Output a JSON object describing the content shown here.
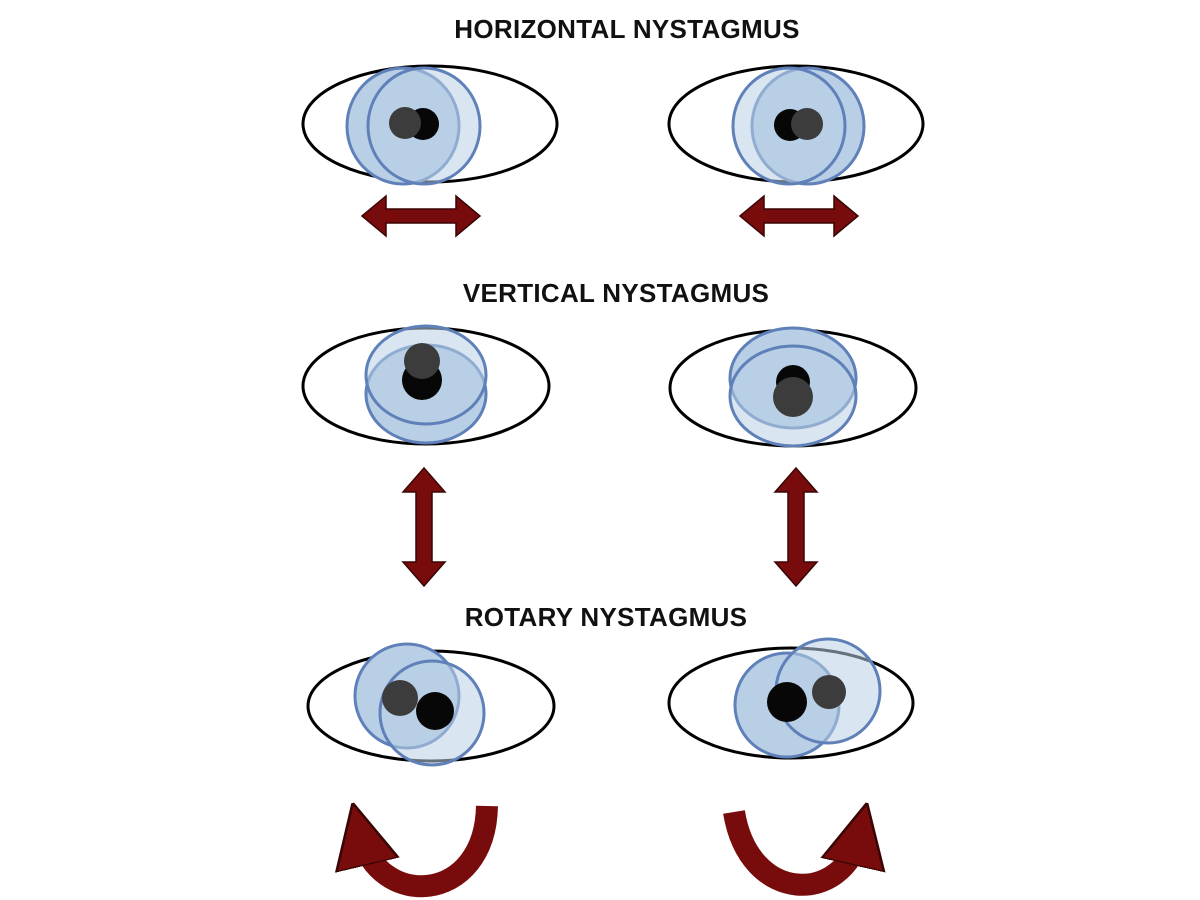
{
  "colors": {
    "outline": "#000000",
    "iris_fill": "#b9cfe6",
    "iris_stroke": "#5f80b8",
    "pupil_dark": "#070707",
    "pupil_gray": "#3c3c3c",
    "arrow": "#780c0c",
    "arrow_stroke": "#3a0505",
    "text": "#111111"
  },
  "sections": [
    {
      "title": "HORIZONTAL NYSTAGMUS",
      "motion": "horizontal",
      "arrow_icon": "double-horizontal-arrow-icon"
    },
    {
      "title": "VERTICAL NYSTAGMUS",
      "motion": "vertical",
      "arrow_icon": "double-vertical-arrow-icon"
    },
    {
      "title": "ROTARY NYSTAGMUS",
      "motion": "rotary",
      "arrow_icon": "curved-arrow-icon"
    }
  ]
}
